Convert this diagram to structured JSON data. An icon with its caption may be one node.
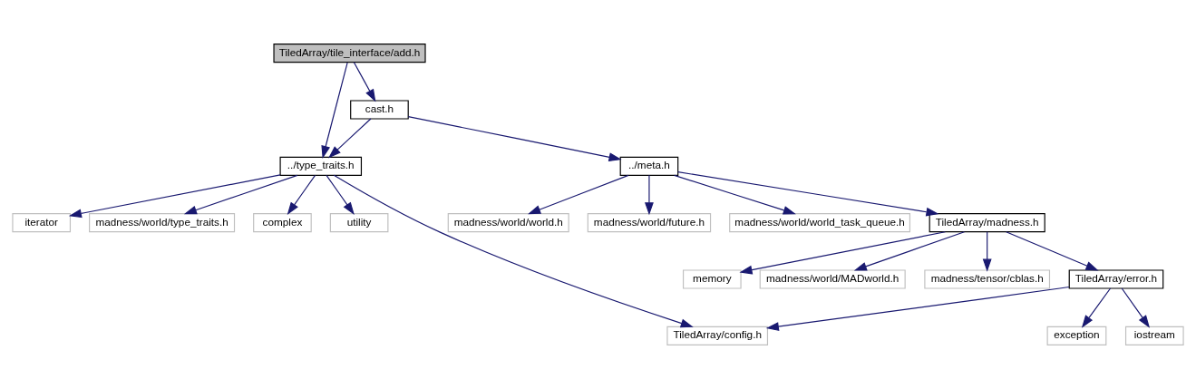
{
  "diagram": {
    "nodes": [
      {
        "text": [
          "TiledArray/tile_interface/add.h"
        ]
      },
      {
        "text": [
          "cast.h"
        ]
      },
      {
        "text": [
          "../type_traits.h"
        ]
      },
      {
        "text": [
          "../meta.h"
        ]
      },
      {
        "text": [
          "iterator"
        ]
      },
      {
        "text": [
          "madness/world/type_traits.h"
        ]
      },
      {
        "text": [
          "complex"
        ]
      },
      {
        "text": [
          "utility"
        ]
      },
      {
        "text": [
          "madness/world/world.h"
        ]
      },
      {
        "text": [
          "madness/world/future.h"
        ]
      },
      {
        "text": [
          "madness/world/world_task_queue.h"
        ]
      },
      {
        "text": [
          "TiledArray/madness.h"
        ]
      },
      {
        "text": [
          "memory"
        ]
      },
      {
        "text": [
          "madness/world/MADworld.h"
        ]
      },
      {
        "text": [
          "madness/tensor/cblas.h"
        ]
      },
      {
        "text": [
          "TiledArray/error.h"
        ]
      },
      {
        "text": [
          "TiledArray/config.h"
        ]
      },
      {
        "text": [
          "exception"
        ]
      },
      {
        "text": [
          "iostream"
        ]
      }
    ],
    "edges": [
      {
        "from": 0,
        "to": 2,
        "arrow": "to"
      },
      {
        "from": 0,
        "to": 1,
        "arrow": "to"
      },
      {
        "from": 1,
        "to": 2,
        "arrow": "to"
      },
      {
        "from": 1,
        "to": 3,
        "arrow": "to"
      },
      {
        "from": 2,
        "to": 16,
        "arrow": "to"
      },
      {
        "from": 2,
        "to": 4,
        "arrow": "to"
      },
      {
        "from": 2,
        "to": 5,
        "arrow": "to"
      },
      {
        "from": 2,
        "to": 6,
        "arrow": "to"
      },
      {
        "from": 2,
        "to": 7,
        "arrow": "to"
      },
      {
        "from": 3,
        "to": 8,
        "arrow": "to"
      },
      {
        "from": 3,
        "to": 9,
        "arrow": "to"
      },
      {
        "from": 3,
        "to": 10,
        "arrow": "to"
      },
      {
        "from": 3,
        "to": 11,
        "arrow": "to"
      },
      {
        "from": 11,
        "to": 12,
        "arrow": "to"
      },
      {
        "from": 11,
        "to": 13,
        "arrow": "to"
      },
      {
        "from": 11,
        "to": 14,
        "arrow": "to"
      },
      {
        "from": 11,
        "to": 15,
        "arrow": "to"
      },
      {
        "from": 15,
        "to": 16,
        "arrow": "to"
      },
      {
        "from": 15,
        "to": 17,
        "arrow": "to"
      },
      {
        "from": 15,
        "to": 18,
        "arrow": "to"
      }
    ]
  }
}
